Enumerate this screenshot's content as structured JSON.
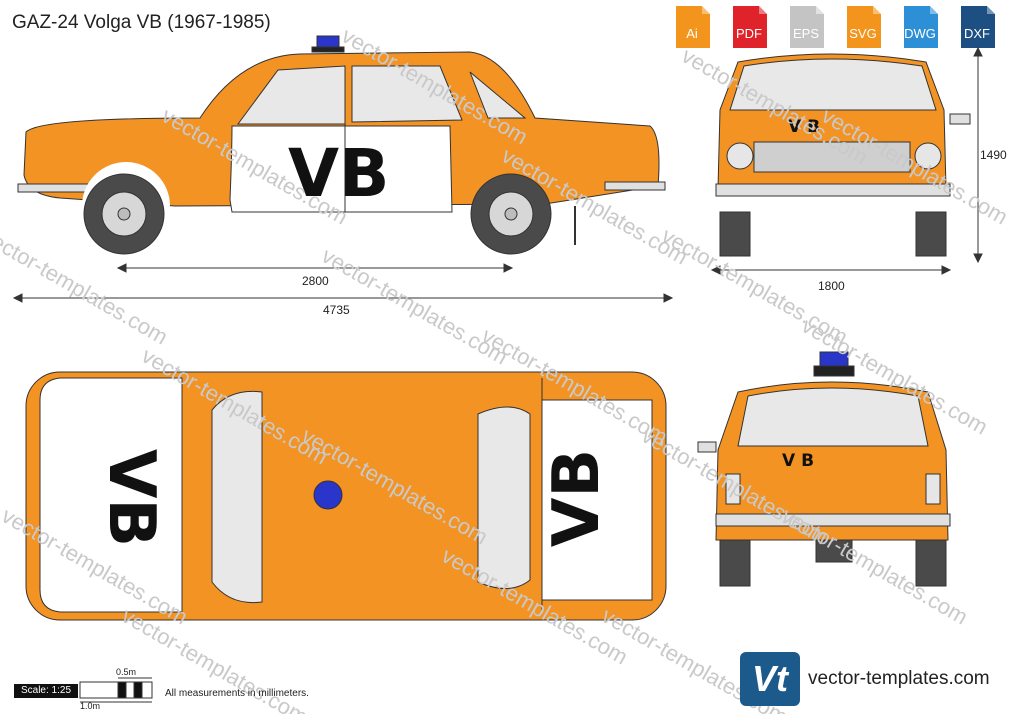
{
  "title": "GAZ-24 Volga VB (1967-1985)",
  "formats": [
    {
      "label": "Ai",
      "color": "#f3951d"
    },
    {
      "label": "PDF",
      "color": "#e0232b"
    },
    {
      "label": "EPS",
      "color": "#c4c4c4"
    },
    {
      "label": "SVG",
      "color": "#f3951d"
    },
    {
      "label": "DWG",
      "color": "#2d8fd6"
    },
    {
      "label": "DXF",
      "color": "#1d4f82"
    }
  ],
  "dimensions": {
    "wheelbase": "2800",
    "length": "4735",
    "width": "1800",
    "height": "1490"
  },
  "car_text": {
    "side_marking": "VB",
    "front_badge": "V B",
    "roof_marking_left": "VB",
    "roof_marking_right": "VB",
    "rear_badge": "V B"
  },
  "scale": {
    "label": "Scale: 1:25",
    "half_meter": "0.5m",
    "one_meter": "1.0m"
  },
  "note": "All measurements in millimeters.",
  "brand": {
    "logo_text": "Vt",
    "site": "vector-templates.com"
  },
  "watermark": "vector-templates.com",
  "colors": {
    "body": "#f39323",
    "white_panel": "#ffffff",
    "glass": "#e8e8e8",
    "tire": "#4a4a4a",
    "beacon": "#2a35c9",
    "outline": "#333333"
  }
}
